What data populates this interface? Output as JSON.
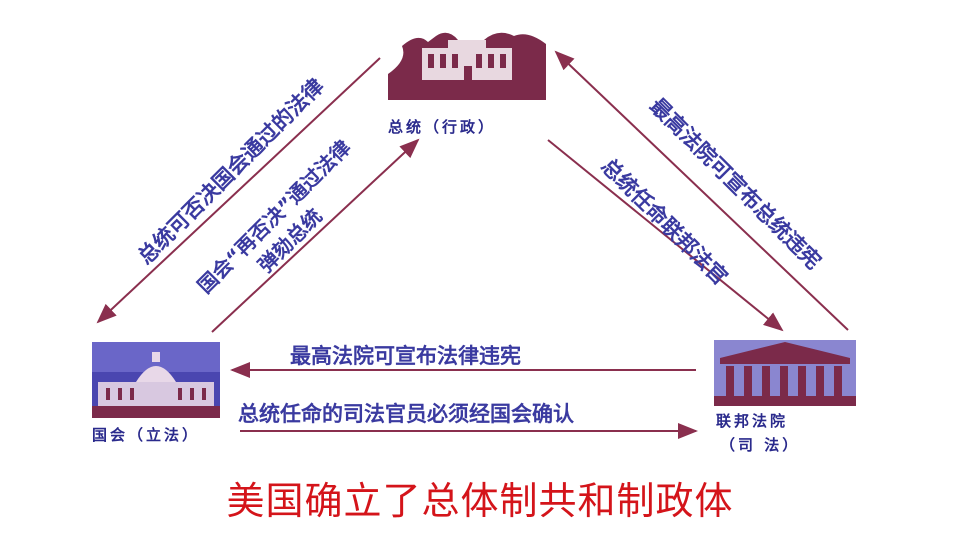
{
  "nodes": {
    "president": {
      "label": "总统（行政）"
    },
    "congress": {
      "label": "国会（立法）"
    },
    "court": {
      "label_line1": "联邦法院",
      "label_line2": "（司 法）"
    }
  },
  "relations": {
    "president_veto": "总统可否决国会通过的法律",
    "congress_override_line1": "国会“再否决”通过法律",
    "congress_override_line2": "弹劾总统",
    "court_rules_president": "最高法院可宣布总统违宪",
    "president_appoints": "总统任命联邦法官",
    "court_rules_law": "最高法院可宣布法律违宪",
    "confirm_judges": "总统任命的司法官员必须经国会确认"
  },
  "caption": "美国确立了总体制共和制政体",
  "colors": {
    "photo_fill": "#7b2a4a",
    "text_blue": "#3a3aa0",
    "caption_red": "#d4141a",
    "arrow": "#8a2f4e"
  }
}
